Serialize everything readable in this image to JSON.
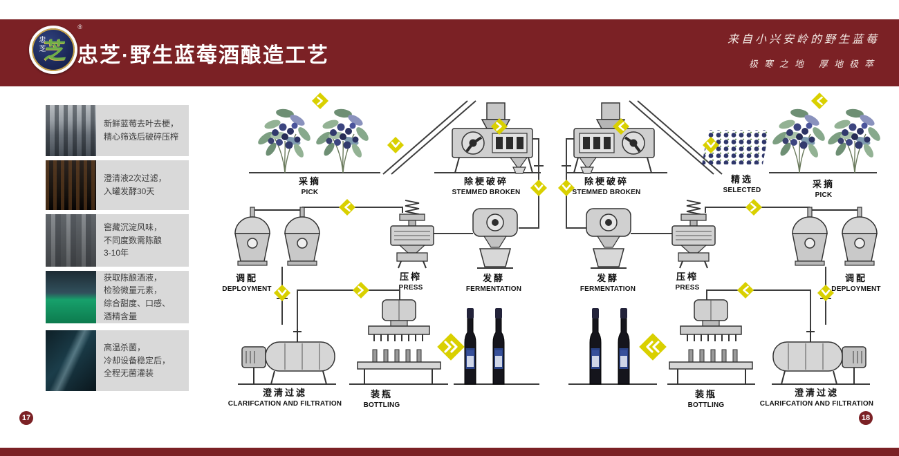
{
  "header": {
    "title": "忠芝·野生蓝莓酒酿造工艺",
    "slogan_line1": "来自小兴安岭的野生蓝莓",
    "slogan_line2": "极寒之地  厚地极萃",
    "logo_char": "芝",
    "logo_side_text": "忠芝",
    "registered_mark": "®"
  },
  "sidebar": {
    "notes": [
      {
        "text": "新鲜蓝莓去叶去梗，\n精心筛选后破碎压榨"
      },
      {
        "text": "澄清液2次过滤，\n入罐发酵30天"
      },
      {
        "text": "窖藏沉淀风味，\n不同度数需陈酿\n3-10年"
      },
      {
        "text": "获取陈酿酒液，\n检验微量元素，\n综合甜度、口感、\n酒精含量"
      },
      {
        "text": "高温杀菌，\n冷却设备稳定后，\n全程无菌灌装"
      }
    ]
  },
  "flow_left": {
    "stages": [
      {
        "zh": "采摘",
        "en": "PICK"
      },
      {
        "zh": "除梗破碎",
        "en": "STEMMED BROKEN"
      },
      {
        "zh": "调配",
        "en": "DEPLOYMENT"
      },
      {
        "zh": "压榨",
        "en": "PRESS"
      },
      {
        "zh": "发酵",
        "en": "FERMENTATION"
      },
      {
        "zh": "澄清过滤",
        "en": "CLARIFCATION AND FILTRATION"
      },
      {
        "zh": "装瓶",
        "en": "BOTTLING"
      }
    ]
  },
  "flow_right": {
    "stages": [
      {
        "zh": "除梗破碎",
        "en": "STEMMED BROKEN"
      },
      {
        "zh": "精选",
        "en": "SELECTED"
      },
      {
        "zh": "采摘",
        "en": "PICK"
      },
      {
        "zh": "发酵",
        "en": "FERMENTATION"
      },
      {
        "zh": "压榨",
        "en": "PRESS"
      },
      {
        "zh": "调配",
        "en": "DEPLOYMENT"
      },
      {
        "zh": "装瓶",
        "en": "BOTTLING"
      },
      {
        "zh": "澄清过滤",
        "en": "CLARIFCATION AND FILTRATION"
      }
    ]
  },
  "footer": {
    "page_left": "17",
    "page_right": "18"
  },
  "colors": {
    "banner_maroon": "#7b2125",
    "chevron_yellow": "#d9d000",
    "note_box_gray": "#d9d9d9"
  }
}
